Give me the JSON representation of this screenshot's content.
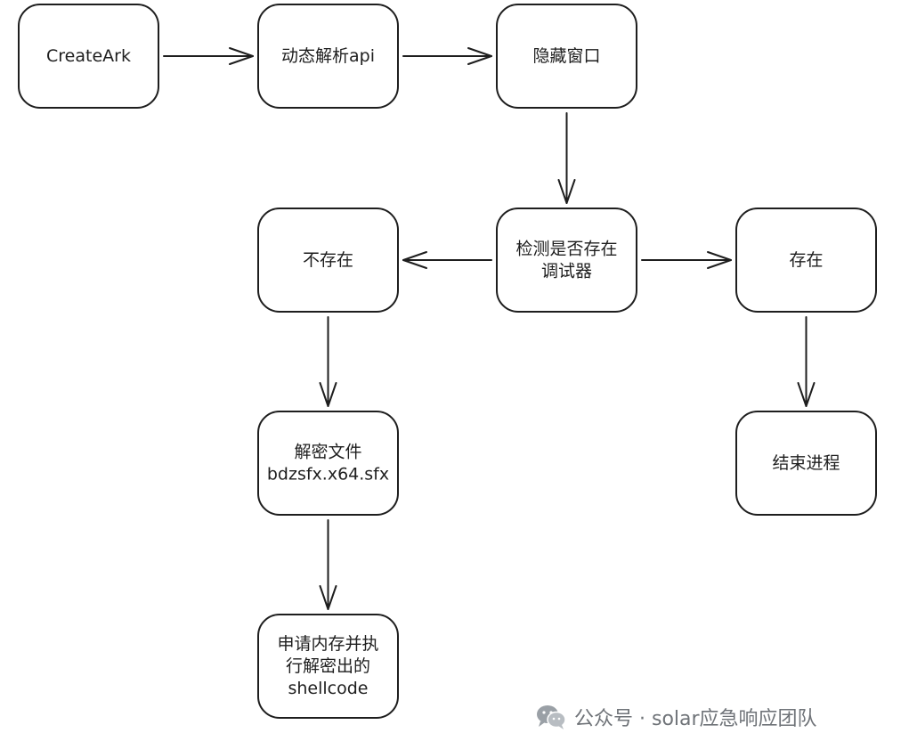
{
  "diagram": {
    "nodes": [
      {
        "id": "create-ark",
        "lines": [
          "CreateArk"
        ]
      },
      {
        "id": "dynamic-resolve-api",
        "lines": [
          "动态解析api"
        ]
      },
      {
        "id": "hide-window",
        "lines": [
          "隐藏窗口"
        ]
      },
      {
        "id": "detect-debugger",
        "lines": [
          "检测是否存在",
          "调试器"
        ]
      },
      {
        "id": "not-exist",
        "lines": [
          "不存在"
        ]
      },
      {
        "id": "exist",
        "lines": [
          "存在"
        ]
      },
      {
        "id": "decrypt-file",
        "lines": [
          "解密文件",
          "bdzsfx.x64.sfx"
        ]
      },
      {
        "id": "end-process",
        "lines": [
          "结束进程"
        ]
      },
      {
        "id": "alloc-exec-shellcode",
        "lines": [
          "申请内存并执",
          "行解密出的",
          "shellcode"
        ]
      }
    ],
    "edges": [
      {
        "from": "create-ark",
        "to": "dynamic-resolve-api"
      },
      {
        "from": "dynamic-resolve-api",
        "to": "hide-window"
      },
      {
        "from": "hide-window",
        "to": "detect-debugger"
      },
      {
        "from": "detect-debugger",
        "to": "not-exist"
      },
      {
        "from": "detect-debugger",
        "to": "exist"
      },
      {
        "from": "not-exist",
        "to": "decrypt-file"
      },
      {
        "from": "exist",
        "to": "end-process"
      },
      {
        "from": "decrypt-file",
        "to": "alloc-exec-shellcode"
      }
    ]
  },
  "watermark": {
    "icon": "wechat-icon",
    "text": "公众号 · solar应急响应团队"
  }
}
